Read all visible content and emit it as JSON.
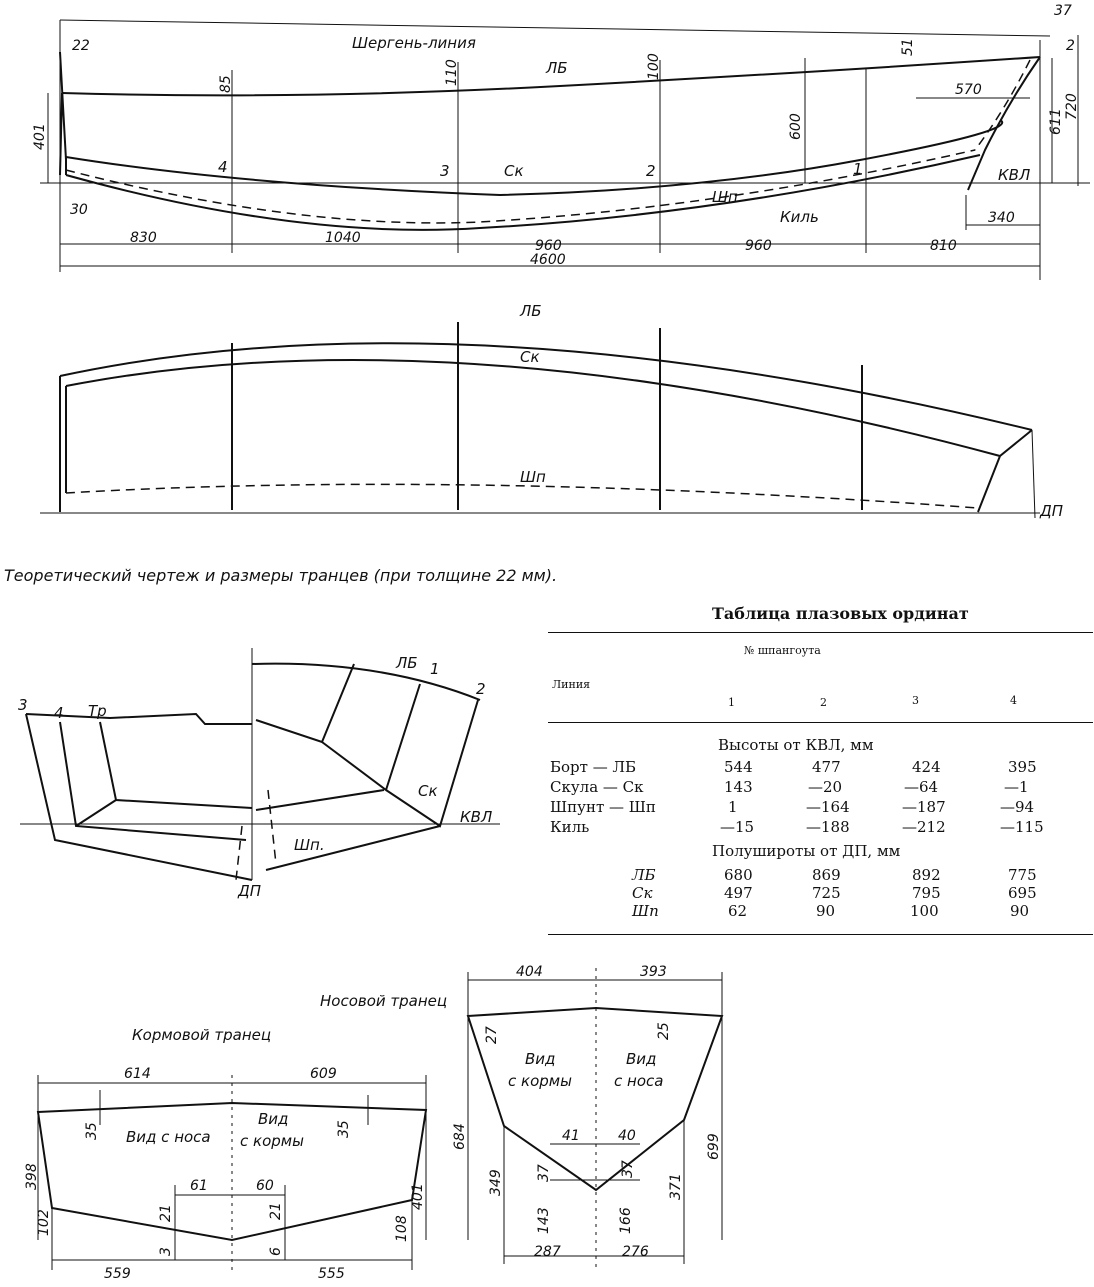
{
  "profile": {
    "sheer_line_label": "Шергень-линия",
    "lb_label": "ЛБ",
    "sk_label": "Ск",
    "shp_label": "Шп",
    "keel_label": "Киль",
    "kvl_label": "КВЛ",
    "stations": [
      "4",
      "3",
      "2",
      "1"
    ],
    "dims": {
      "d22": "22",
      "d401": "401",
      "d30": "30",
      "d85": "85",
      "d110": "110",
      "d100": "100",
      "d600": "600",
      "d51": "51",
      "d570": "570",
      "d611": "611",
      "d720": "720",
      "d37": "37",
      "d2": "2",
      "d340": "340",
      "d830": "830",
      "d1040": "1040",
      "d960a": "960",
      "d960b": "960",
      "d810": "810",
      "d4600": "4600"
    }
  },
  "plan": {
    "lb_label": "ЛБ",
    "sk_label": "Ск",
    "shp_label": "Шп",
    "dp_label": "ДП"
  },
  "caption": "Теоретический чертеж и размеры транцев (при толщине 22 мм).",
  "body_plan": {
    "labels": {
      "s3": "3",
      "s4": "4",
      "tr": "Тр",
      "lb": "ЛБ",
      "s1": "1",
      "s2": "2",
      "sk": "Ск",
      "kvl": "КВЛ",
      "shp": "Шп.",
      "dp": "ДП"
    }
  },
  "table": {
    "title": "Таблица плазовых ординат",
    "frame_header": "№ шпангоута",
    "line_header": "Линия",
    "columns": [
      "1",
      "2",
      "3",
      "4"
    ],
    "section1": "Высоты от КВЛ, мм",
    "rows1": [
      {
        "label": "Борт — ЛБ",
        "values": [
          "544",
          "477",
          "424",
          "395"
        ]
      },
      {
        "label": "Скула — Ск",
        "values": [
          "143",
          "—20",
          "—64",
          "—1"
        ]
      },
      {
        "label": "Шпунт — Шп",
        "values": [
          "1",
          "—164",
          "—187",
          "—94"
        ]
      },
      {
        "label": "Киль",
        "values": [
          "—15",
          "—188",
          "—212",
          "—115"
        ]
      }
    ],
    "section2": "Полушироты от ДП, мм",
    "rows2": [
      {
        "label": "ЛБ",
        "values": [
          "680",
          "869",
          "892",
          "775"
        ]
      },
      {
        "label": "Ск",
        "values": [
          "497",
          "725",
          "795",
          "695"
        ]
      },
      {
        "label": "Шп",
        "values": [
          "62",
          "90",
          "100",
          "90"
        ]
      }
    ]
  },
  "stern_transom": {
    "title": "Кормовой транец",
    "view_bow": "Вид с носа",
    "view_stern": "Вид с кормы",
    "dims": {
      "d614": "614",
      "d609": "609",
      "d35a": "35",
      "d35b": "35",
      "d398": "398",
      "d102": "102",
      "d61": "61",
      "d60": "60",
      "d21a": "21",
      "d21b": "21",
      "d3": "3",
      "d6": "6",
      "d108": "108",
      "d401": "401",
      "d559": "559",
      "d555": "555"
    }
  },
  "bow_transom": {
    "title": "Носовой транец",
    "view_stern": "Вид с кормы",
    "view_bow": "Вид с носа",
    "dims": {
      "d404": "404",
      "d393": "393",
      "d27": "27",
      "d25": "25",
      "d684": "684",
      "d699": "699",
      "d41": "41",
      "d40": "40",
      "d37a": "37",
      "d37b": "37",
      "d349": "349",
      "d371": "371",
      "d143": "143",
      "d166": "166",
      "d287": "287",
      "d276": "276"
    }
  }
}
